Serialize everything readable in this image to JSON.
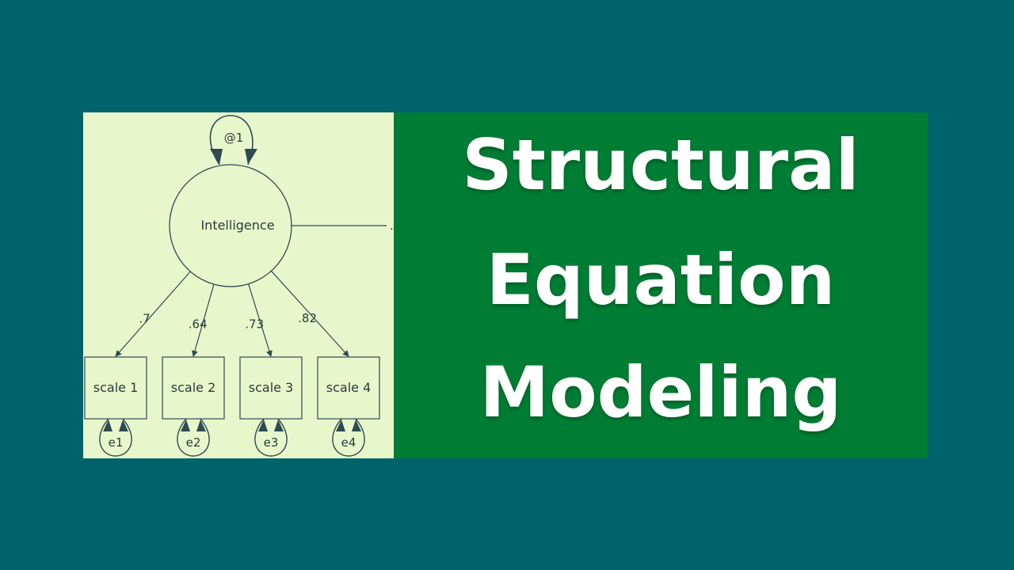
{
  "title": {
    "line1": "Structural",
    "line2": "Equation",
    "line3": "Modeling"
  },
  "diagram": {
    "latent": {
      "label": "Intelligence",
      "variance_label": "@1"
    },
    "side_path_label": "."
  },
  "chart_data": {
    "type": "diagram",
    "latent_variable": "Intelligence",
    "latent_variance": "@1",
    "indicators": [
      {
        "name": "scale 1",
        "loading": ".7",
        "error": "e1"
      },
      {
        "name": "scale 2",
        "loading": ".64",
        "error": "e2"
      },
      {
        "name": "scale 3",
        "loading": ".73",
        "error": "e3"
      },
      {
        "name": "scale 4",
        "loading": ".82",
        "error": "e4"
      }
    ]
  },
  "colors": {
    "page_background": "#00626a",
    "diagram_background": "#e8f7cb",
    "diagram_stroke": "#2f4a52",
    "title_background": "#007d34",
    "title_text": "#ffffff"
  }
}
